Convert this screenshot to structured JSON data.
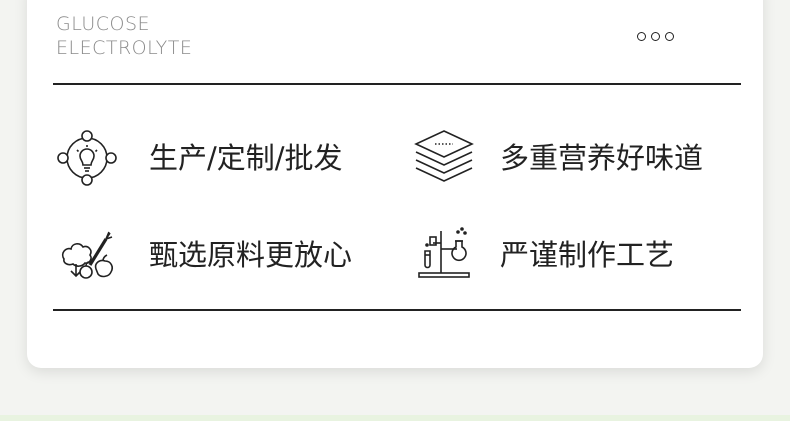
{
  "brand": {
    "line1": "GLUCOSE",
    "line2": "ELECTROLYTE"
  },
  "features": [
    {
      "label": "生产/定制/批发",
      "icon": "lightbulb-network-icon"
    },
    {
      "label": "多重营养好味道",
      "icon": "layers-stack-icon"
    },
    {
      "label": "甄选原料更放心",
      "icon": "vegetables-icon"
    },
    {
      "label": "严谨制作工艺",
      "icon": "lab-flask-icon"
    }
  ],
  "colors": {
    "text": "#222222",
    "brand_text": "#8a8a8a",
    "card": "#ffffff",
    "background": "#f3f4f1",
    "strip": "#e8f3e0"
  }
}
